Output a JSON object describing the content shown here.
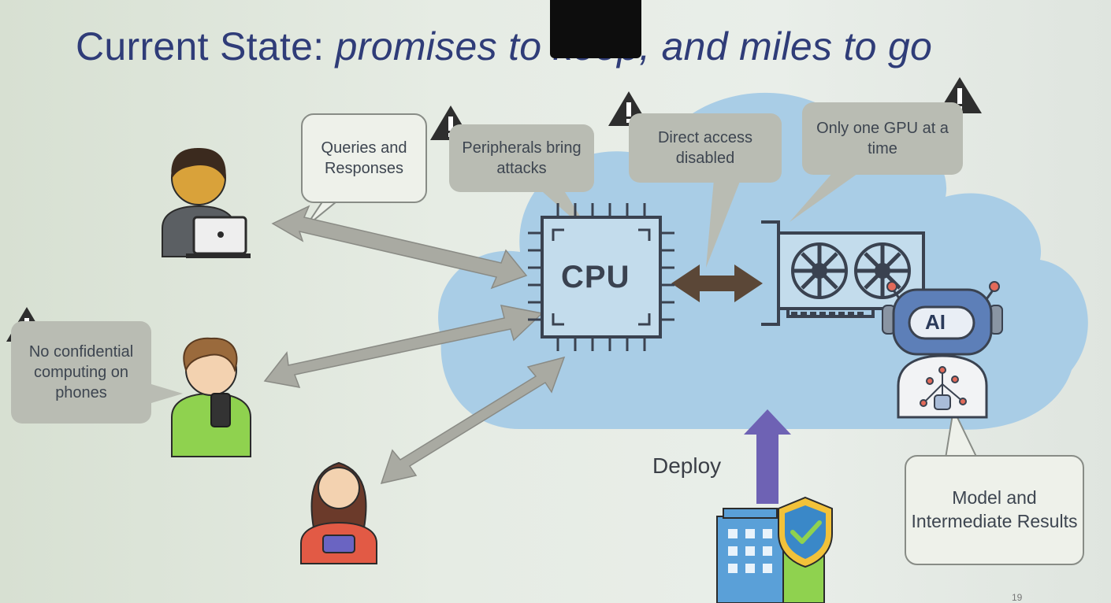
{
  "title": {
    "regular": "Current State: ",
    "italic": "promises to keep, and miles to go"
  },
  "callouts": {
    "queries": "Queries and Responses",
    "peripherals": "Peripherals bring attacks",
    "direct_access": "Direct access disabled",
    "one_gpu": "Only one GPU at a time",
    "no_confidential": "No confidential computing on phones",
    "model_results": "Model and Intermediate Results"
  },
  "labels": {
    "cpu": "CPU",
    "ai": "AI",
    "deploy": "Deploy",
    "page_number": "19"
  },
  "icons": [
    "warning-icon",
    "user-laptop-icon",
    "user-phone-icon",
    "user-tablet-icon",
    "cpu-chip-icon",
    "gpu-card-icon",
    "ai-robot-icon",
    "cloud-icon",
    "building-icon",
    "shield-check-icon"
  ],
  "colors": {
    "title": "#2f3c78",
    "cloud": "#a9cde6",
    "arrow_gray": "#a9aaa2",
    "arrow_brown": "#5b4737",
    "deploy_arrow": "#6e62b4",
    "callout_gray": "#b9bcb3"
  }
}
